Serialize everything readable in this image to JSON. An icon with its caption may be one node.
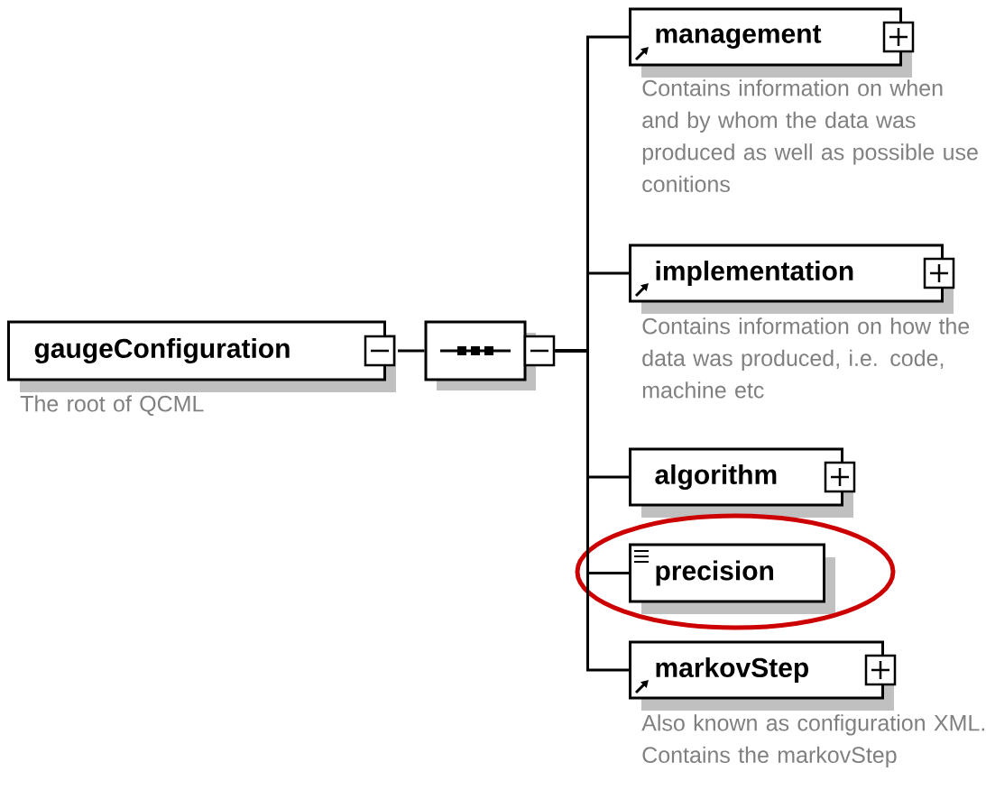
{
  "diagram": {
    "nodes": [
      {
        "text": [
          "gaugeConfiguration"
        ],
        "beside": [
          "The root of QCML"
        ]
      },
      {
        "text": [],
        "shape": "octagon"
      },
      {
        "text": [
          "management"
        ],
        "beside": [
          "Contains information on when and by whom the data was produced as well as possible use conitions"
        ]
      },
      {
        "text": [
          "implementation"
        ],
        "beside": [
          "Contains information on how the data was produced, i.e. code, machine etc"
        ]
      },
      {
        "text": [
          "algorithm"
        ]
      },
      {
        "text": [
          "precision"
        ]
      },
      {
        "text": [
          "markovStep"
        ],
        "beside": [
          "Also known as configuration XML. Contains the markovStep"
        ]
      }
    ],
    "edges": [
      {
        "from": 0,
        "to": 1,
        "arrow": "none"
      },
      {
        "from": 1,
        "to": 2,
        "arrow": "none"
      },
      {
        "from": 1,
        "to": 3,
        "arrow": "none"
      },
      {
        "from": 1,
        "to": 4,
        "arrow": "none"
      },
      {
        "from": 1,
        "to": 5,
        "arrow": "none"
      },
      {
        "from": 1,
        "to": 6,
        "arrow": "none"
      }
    ]
  }
}
